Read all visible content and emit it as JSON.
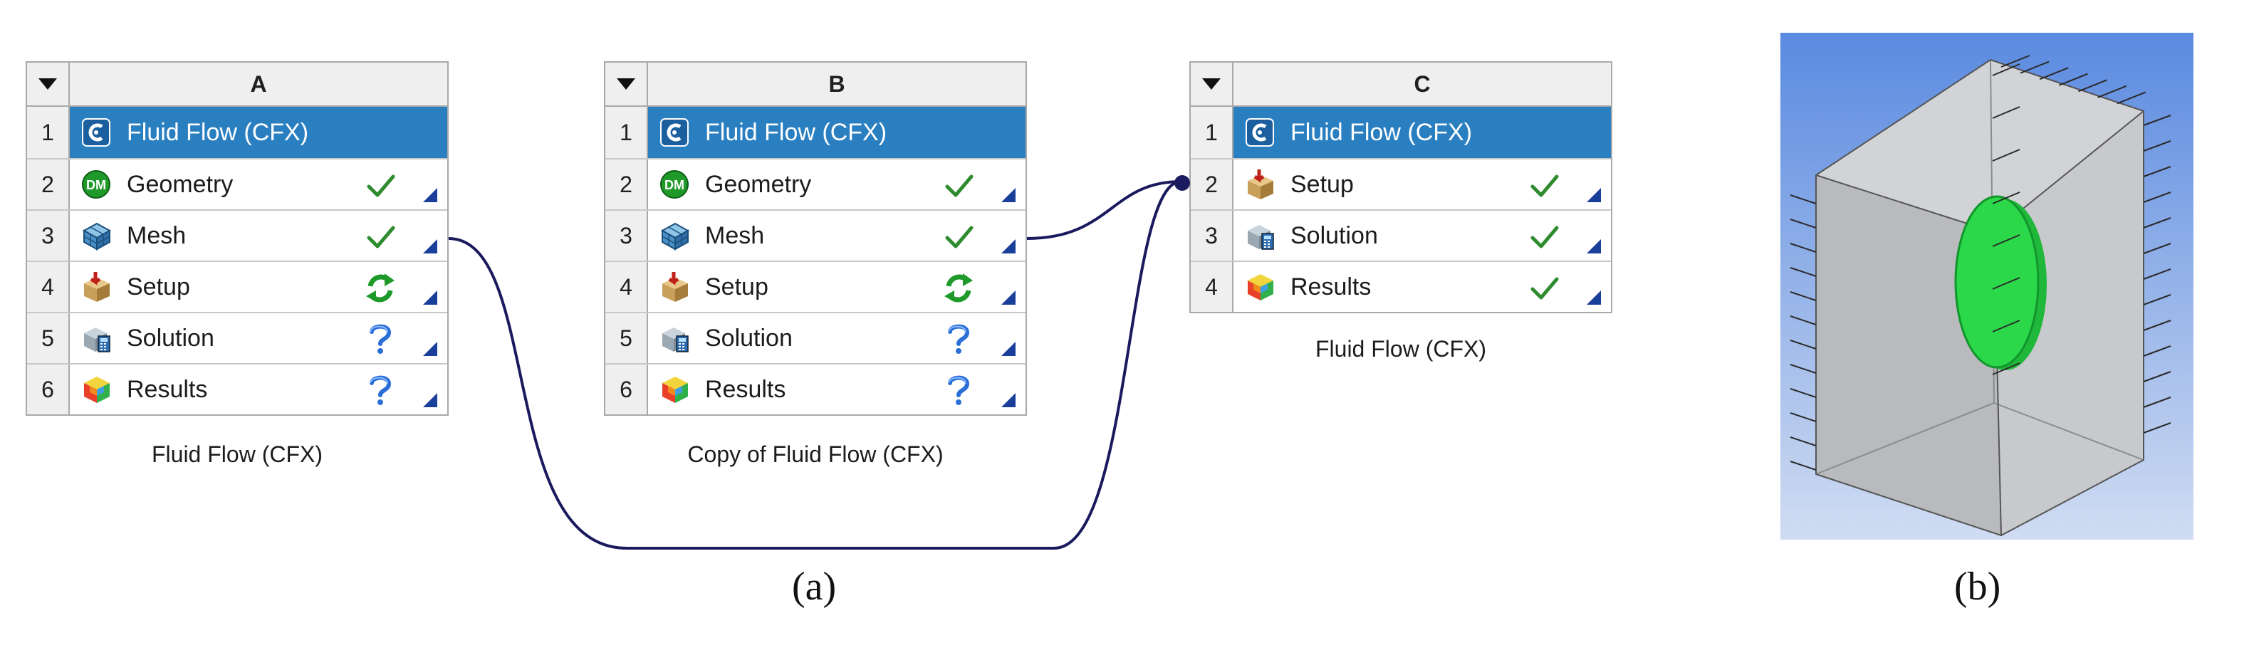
{
  "systems": [
    {
      "letter": "A",
      "caption": "Fluid Flow (CFX)",
      "rows": [
        {
          "num": "1",
          "label": "Fluid Flow (CFX)",
          "icon": "cfx-icon",
          "status": ""
        },
        {
          "num": "2",
          "label": "Geometry",
          "icon": "geometry-dm-icon",
          "status": "up-to-date-check-icon"
        },
        {
          "num": "3",
          "label": "Mesh",
          "icon": "mesh-icon",
          "status": "up-to-date-check-icon"
        },
        {
          "num": "4",
          "label": "Setup",
          "icon": "setup-icon",
          "status": "refresh-required-icon"
        },
        {
          "num": "5",
          "label": "Solution",
          "icon": "solution-icon",
          "status": "attention-required-question-icon"
        },
        {
          "num": "6",
          "label": "Results",
          "icon": "results-icon",
          "status": "attention-required-question-icon"
        }
      ]
    },
    {
      "letter": "B",
      "caption": "Copy of Fluid Flow (CFX)",
      "rows": [
        {
          "num": "1",
          "label": "Fluid Flow (CFX)",
          "icon": "cfx-icon",
          "status": ""
        },
        {
          "num": "2",
          "label": "Geometry",
          "icon": "geometry-dm-icon",
          "status": "up-to-date-check-icon"
        },
        {
          "num": "3",
          "label": "Mesh",
          "icon": "mesh-icon",
          "status": "up-to-date-check-icon"
        },
        {
          "num": "4",
          "label": "Setup",
          "icon": "setup-icon",
          "status": "refresh-required-icon"
        },
        {
          "num": "5",
          "label": "Solution",
          "icon": "solution-icon",
          "status": "attention-required-question-icon"
        },
        {
          "num": "6",
          "label": "Results",
          "icon": "results-icon",
          "status": "attention-required-question-icon"
        }
      ]
    },
    {
      "letter": "C",
      "caption": "Fluid Flow (CFX)",
      "rows": [
        {
          "num": "1",
          "label": "Fluid Flow (CFX)",
          "icon": "cfx-icon",
          "status": ""
        },
        {
          "num": "2",
          "label": "Setup",
          "icon": "setup-icon",
          "status": "up-to-date-check-icon"
        },
        {
          "num": "3",
          "label": "Solution",
          "icon": "solution-icon",
          "status": "up-to-date-check-icon"
        },
        {
          "num": "4",
          "label": "Results",
          "icon": "results-icon",
          "status": "up-to-date-check-icon"
        }
      ]
    }
  ],
  "panel_labels": {
    "a": "(a)",
    "b": "(b)"
  },
  "colors": {
    "title_row": "#2a7fc0",
    "connector": "#1a1a5e",
    "check": "#2e8b2e",
    "geometry_body": "#22cc44",
    "preview_sky_top": "#5a8ae0",
    "preview_sky_bottom": "#d0dcf2"
  }
}
